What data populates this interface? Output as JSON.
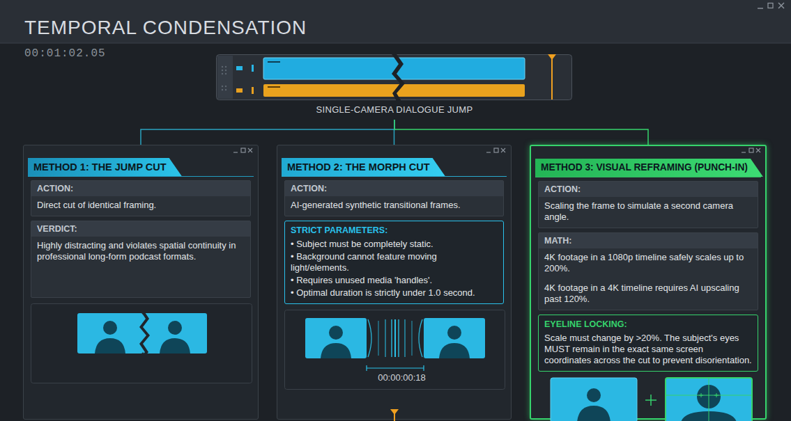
{
  "diagram": {
    "title": "TEMPORAL CONDENSATION",
    "nodes": [
      {
        "text": [
          "SINGLE-CAMERA DIALOGUE JUMP"
        ]
      },
      {
        "text": [
          "METHOD 1: THE JUMP CUT"
        ]
      },
      {
        "text": [
          "ACTION:",
          "Direct cut of identical framing."
        ],
        "in": 1
      },
      {
        "text": [
          "VERDICT:",
          "Highly distracting and violates spatial continuity in professional long-form podcast formats."
        ],
        "in": 1
      },
      {
        "text": [
          "METHOD 2: THE MORPH CUT"
        ]
      },
      {
        "text": [
          "ACTION:",
          "AI-generated synthetic transitional frames."
        ],
        "in": 4
      },
      {
        "text": [
          "STRICT PARAMETERS:",
          "• Subject must be completely static.",
          "• Background cannot feature moving light/elements.",
          "• Requires unused media 'handles'.",
          "• Optimal duration is strictly under 1.0 second."
        ],
        "in": 4
      },
      {
        "text": [
          "METHOD 3: VISUAL REFRAMING (PUNCH-IN)"
        ]
      },
      {
        "text": [
          "ACTION:",
          "Scaling the frame to simulate a second camera angle."
        ],
        "in": 7
      },
      {
        "text": [
          "MATH:",
          "4K footage in a 1080p timeline safely scales up to 200%.",
          "4K footage in a 4K timeline requires AI upscaling past 120%."
        ],
        "in": 7
      },
      {
        "text": [
          "EYELINE LOCKING:",
          "Scale must change by >20%. The subject's eyes MUST remain in the exact same screen coordinates across the cut to prevent disorientation."
        ],
        "in": 7
      }
    ],
    "edges": [
      {
        "from": 0,
        "to": 1,
        "arrow": "none"
      },
      {
        "from": 0,
        "to": 4,
        "arrow": "none"
      },
      {
        "from": 0,
        "to": 7,
        "arrow": "none"
      }
    ],
    "labels": [
      "00:01:02.05",
      "00:00:00:18"
    ]
  }
}
